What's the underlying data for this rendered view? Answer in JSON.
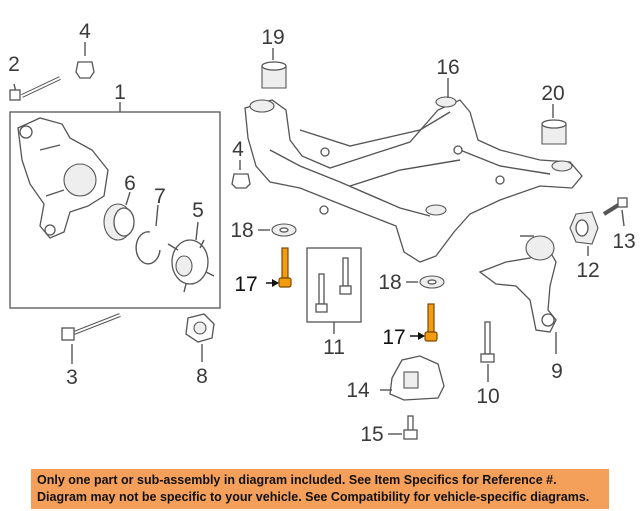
{
  "callouts": {
    "c1": "1",
    "c2": "2",
    "c3": "3",
    "c4a": "4",
    "c4b": "4",
    "c5": "5",
    "c6": "6",
    "c7": "7",
    "c8": "8",
    "c9": "9",
    "c10": "10",
    "c11": "11",
    "c12": "12",
    "c13": "13",
    "c14": "14",
    "c15": "15",
    "c16": "16",
    "c17a": "17",
    "c17b": "17",
    "c18a": "18",
    "c18b": "18",
    "c19": "19",
    "c20": "20"
  },
  "highlight_color": "#f39c12",
  "banner": {
    "color": "#f5a05a",
    "line1": "Only one part or sub-assembly in diagram included. See Item Specifics for Reference #.",
    "line2": "Diagram may not be specific to your vehicle. See Compatibility for vehicle-specific diagrams."
  }
}
